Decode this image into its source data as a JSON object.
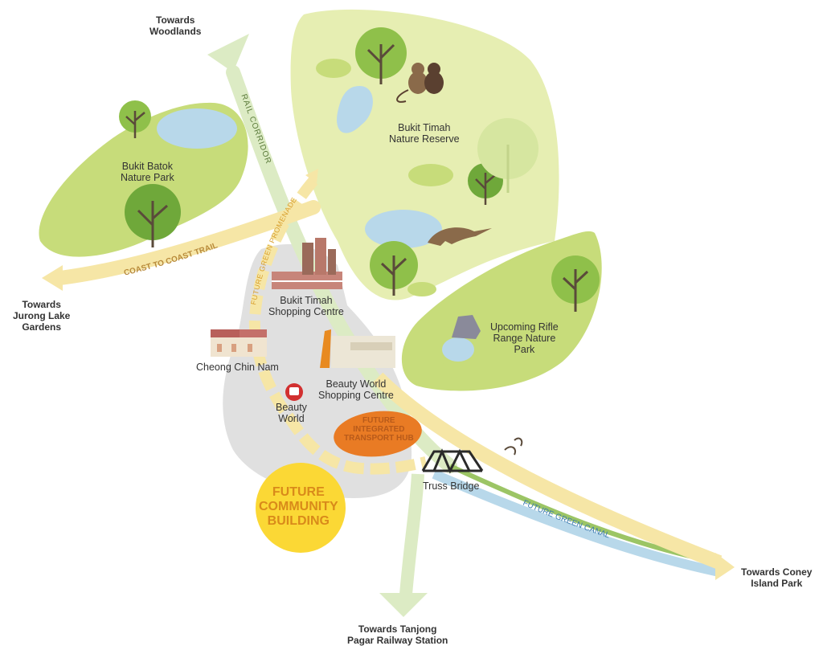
{
  "places": {
    "bukit_timah_reserve": [
      "Bukit Timah",
      "Nature Reserve"
    ],
    "bukit_batok_park": [
      "Bukit Batok",
      "Nature Park"
    ],
    "bukit_timah_sc": [
      "Bukit Timah",
      "Shopping Centre"
    ],
    "cheong_chin_nam": "Cheong Chin Nam",
    "beauty_world_sc": [
      "Beauty World",
      "Shopping Centre"
    ],
    "beauty_world_mrt": [
      "Beauty",
      "World"
    ],
    "rifle_range_park": [
      "Upcoming Rifle",
      "Range Nature",
      "Park"
    ],
    "truss_bridge": "Truss Bridge"
  },
  "future": {
    "transport_hub": [
      "FUTURE",
      "INTEGRATED",
      "TRANSPORT HUB"
    ],
    "community_building": [
      "FUTURE",
      "COMMUNITY",
      "BUILDING"
    ]
  },
  "routes": {
    "rail_corridor": "RAIL CORRIDOR",
    "coast_to_coast": "COAST TO COAST TRAIL",
    "green_promenade": "FUTURE GREEN PROMENADE",
    "green_canal": "FUTURE GREEN CANAL"
  },
  "directions": {
    "woodlands": [
      "Towards",
      "Woodlands"
    ],
    "jurong": [
      "Towards",
      "Jurong Lake",
      "Gardens"
    ],
    "coney": [
      "Towards Coney",
      "Island Park"
    ],
    "tanjong_pagar": [
      "Towards Tanjong",
      "Pagar Railway Station"
    ]
  },
  "colors": {
    "park_light": "#e6eeb2",
    "park_mid": "#c7dc7a",
    "tree": "#8fc04a",
    "water": "#b8d8ea",
    "urban": "#e0e0e0",
    "promenade": "#f6e6a6",
    "rail": "#dcebc4",
    "hub": "#e97b24",
    "community": "#fbd835",
    "mrt": "#d23030"
  }
}
